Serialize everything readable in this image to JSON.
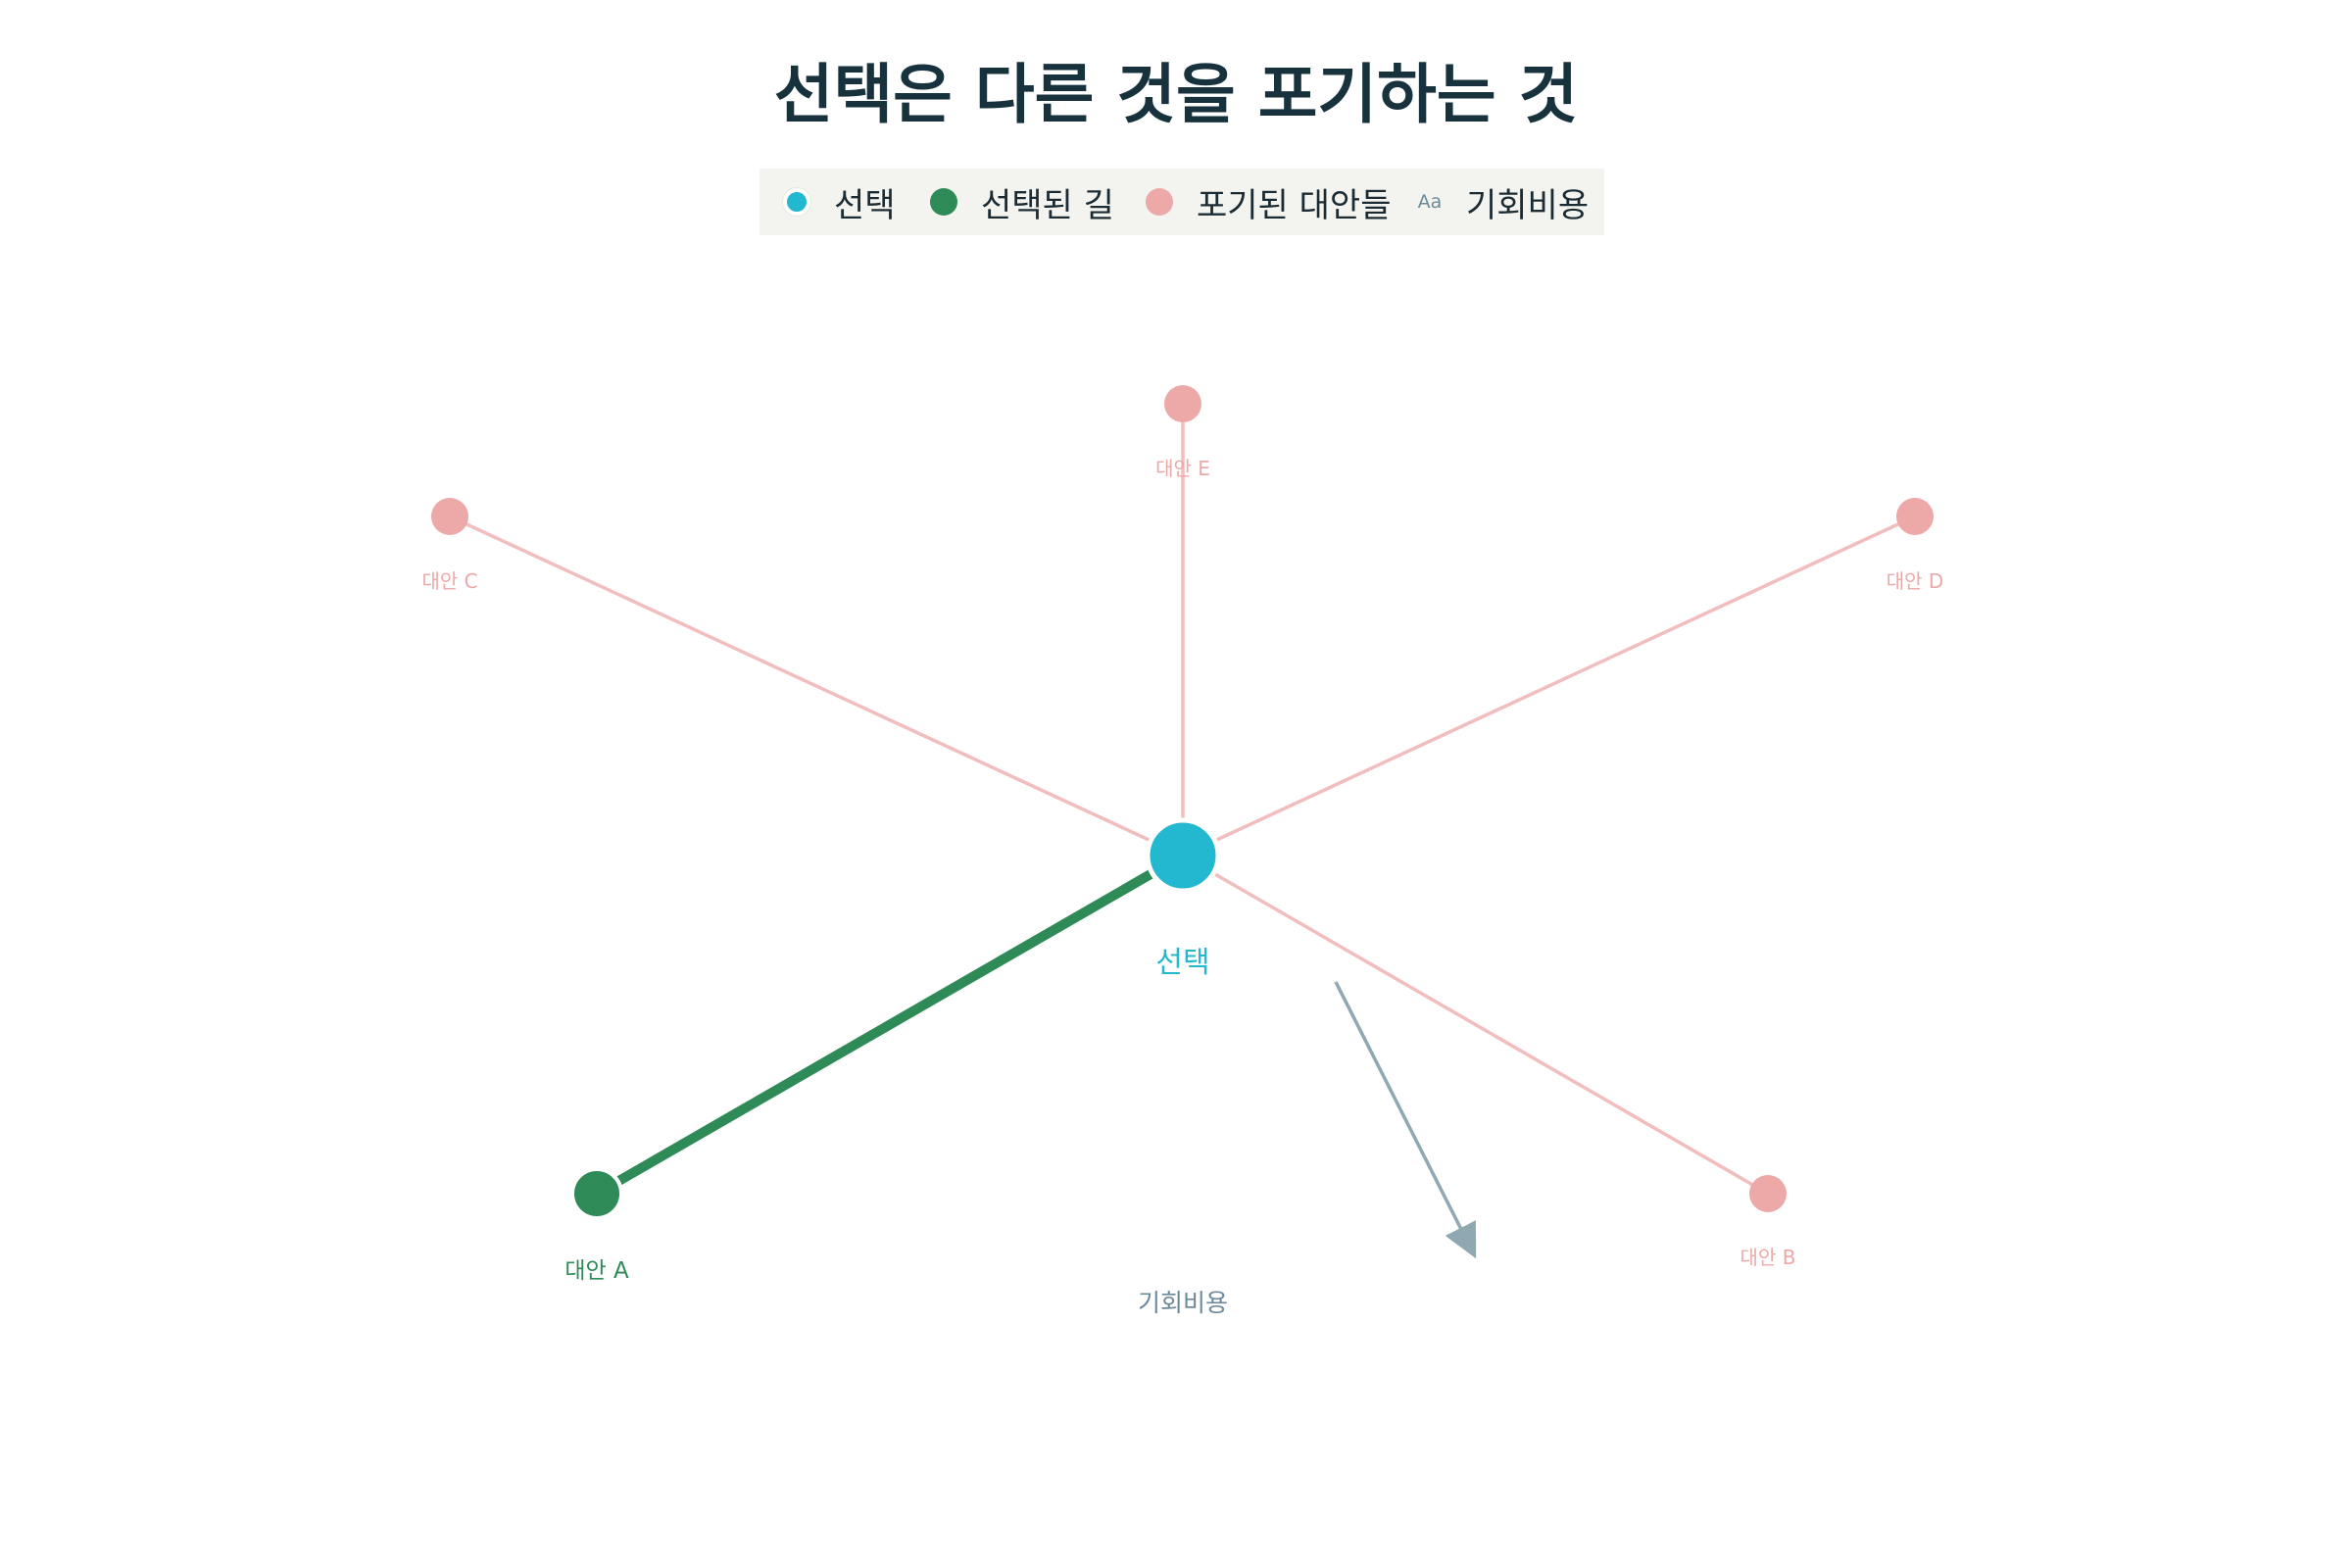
{
  "title": "선택은 다른 것을 포기하는 것",
  "legend": {
    "items": [
      {
        "label": "선택",
        "kind": "choice"
      },
      {
        "label": "선택된 길",
        "kind": "path"
      },
      {
        "label": "포기된 대안들",
        "kind": "abandoned"
      },
      {
        "label": "기회비용",
        "kind": "cost",
        "glyph": "Aa"
      }
    ]
  },
  "colors": {
    "choice": "#22b8cf",
    "chosen_path": "#2e8b57",
    "abandoned": "#eda8a8",
    "abandoned_edge": "#f2bdbd",
    "cost": "#6d8a9a",
    "title": "#17313d"
  },
  "nodes": {
    "center": {
      "label": "선택"
    },
    "alternative_a": {
      "label": "대안 A"
    },
    "alternative_b": {
      "label": "대안 B"
    },
    "alternative_c": {
      "label": "대안 C"
    },
    "alternative_d": {
      "label": "대안 D"
    },
    "alternative_e": {
      "label": "대안 E"
    }
  },
  "opportunity_cost": {
    "label": "기회비용"
  }
}
